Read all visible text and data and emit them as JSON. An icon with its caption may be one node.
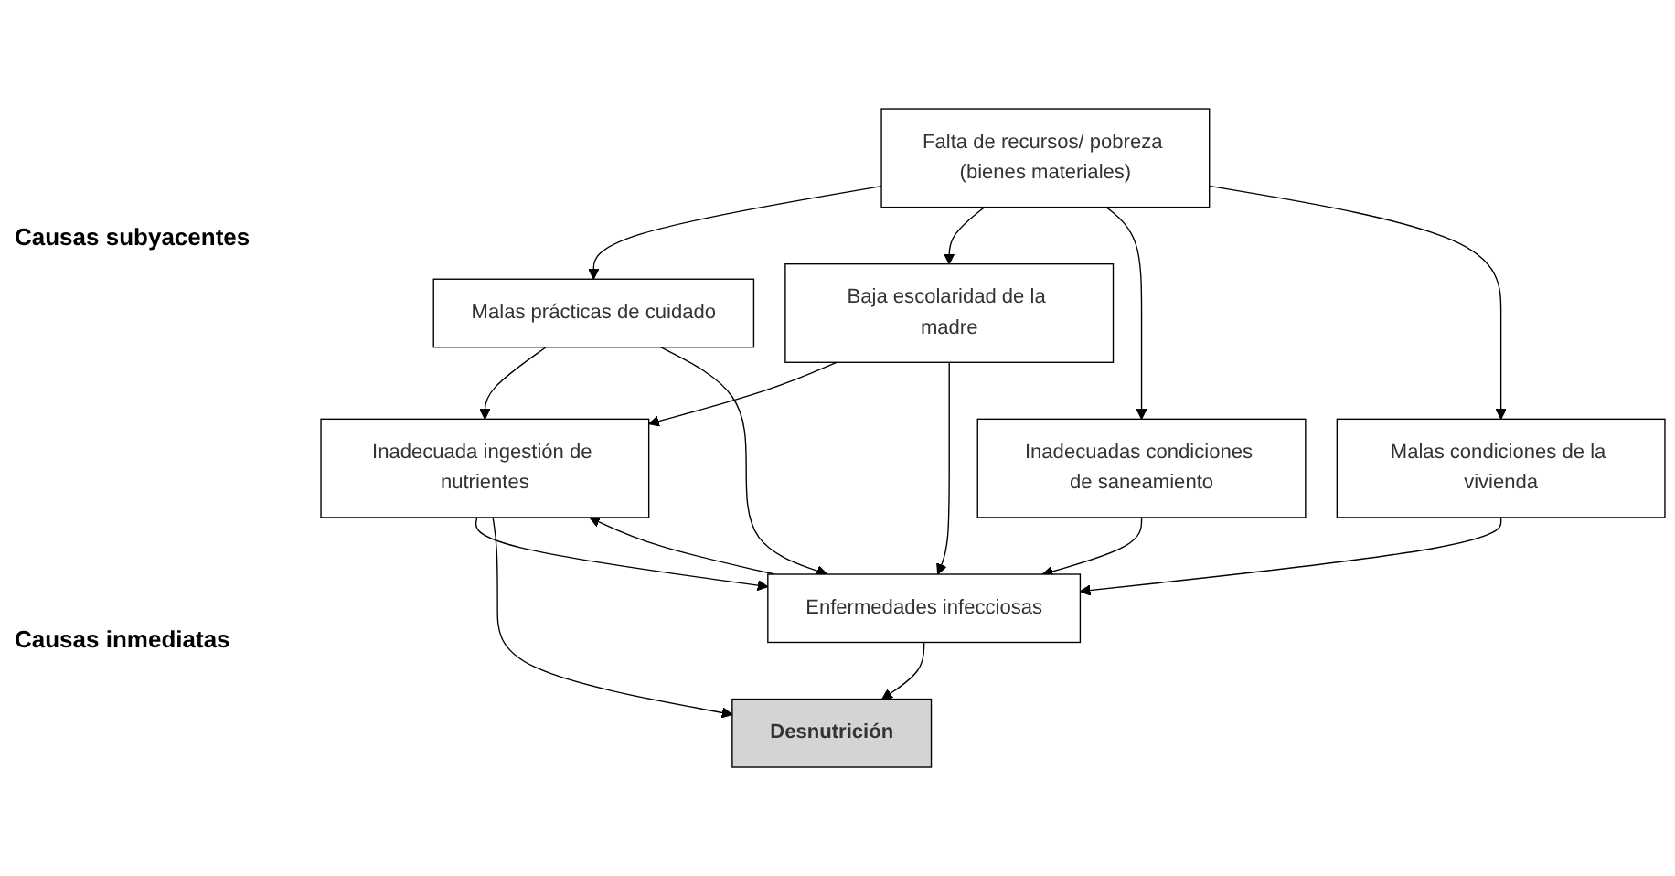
{
  "diagram": {
    "nodes": [
      {
        "text": [
          "Falta de recursos/ pobreza (bienes materiales)"
        ]
      },
      {
        "text": [
          "Malas prácticas de cuidado"
        ]
      },
      {
        "text": [
          "Baja escolaridad de la madre"
        ]
      },
      {
        "text": [
          "Inadecuadas condiciones de saneamiento"
        ]
      },
      {
        "text": [
          "Malas condiciones de la vivienda"
        ]
      },
      {
        "text": [
          "Inadecuada ingestión de nutrientes"
        ]
      },
      {
        "text": [
          "Enfermedades infecciosas"
        ]
      },
      {
        "text": [
          "Desnutrición"
        ]
      }
    ],
    "edges": [
      {
        "from": 0,
        "to": 1,
        "arrow": "to"
      },
      {
        "from": 0,
        "to": 2,
        "arrow": "to"
      },
      {
        "from": 0,
        "to": 3,
        "arrow": "to"
      },
      {
        "from": 0,
        "to": 4,
        "arrow": "to"
      },
      {
        "from": 1,
        "to": 5,
        "arrow": "to"
      },
      {
        "from": 1,
        "to": 6,
        "arrow": "to"
      },
      {
        "from": 2,
        "to": 5,
        "arrow": "to"
      },
      {
        "from": 2,
        "to": 6,
        "arrow": "to"
      },
      {
        "from": 3,
        "to": 6,
        "arrow": "to"
      },
      {
        "from": 4,
        "to": 6,
        "arrow": "to"
      },
      {
        "from": 5,
        "to": 6,
        "arrow": "to"
      },
      {
        "from": 6,
        "to": 5,
        "arrow": "to"
      },
      {
        "from": 5,
        "to": 7,
        "arrow": "to"
      },
      {
        "from": 6,
        "to": 7,
        "arrow": "to"
      }
    ],
    "labels": [
      "Causas subyacentes",
      "Causas inmediatas"
    ]
  }
}
